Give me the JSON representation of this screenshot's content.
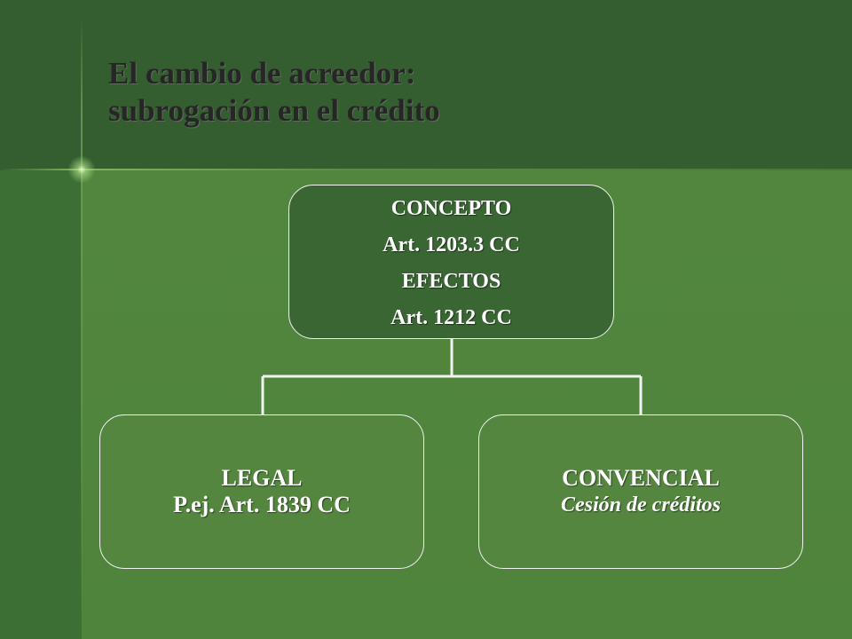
{
  "title": {
    "line1": "El cambio de acreedor:",
    "line2": "subrogación en el crédito"
  },
  "top_box": {
    "line1": "CONCEPTO",
    "line2": "Art. 1203.3 CC",
    "line3": "EFECTOS",
    "line4": "Art. 1212 CC"
  },
  "left_box": {
    "line1": "LEGAL",
    "line2": "P.ej.  Art. 1839 CC"
  },
  "right_box": {
    "line1": "CONVENCIAL",
    "line2": "Cesión de créditos"
  },
  "colors": {
    "header_bg": "#355e30",
    "main_bg": "#52863f",
    "top_box_bg": "#3a6634",
    "text": "#ffffff",
    "title_text": "#262626"
  }
}
